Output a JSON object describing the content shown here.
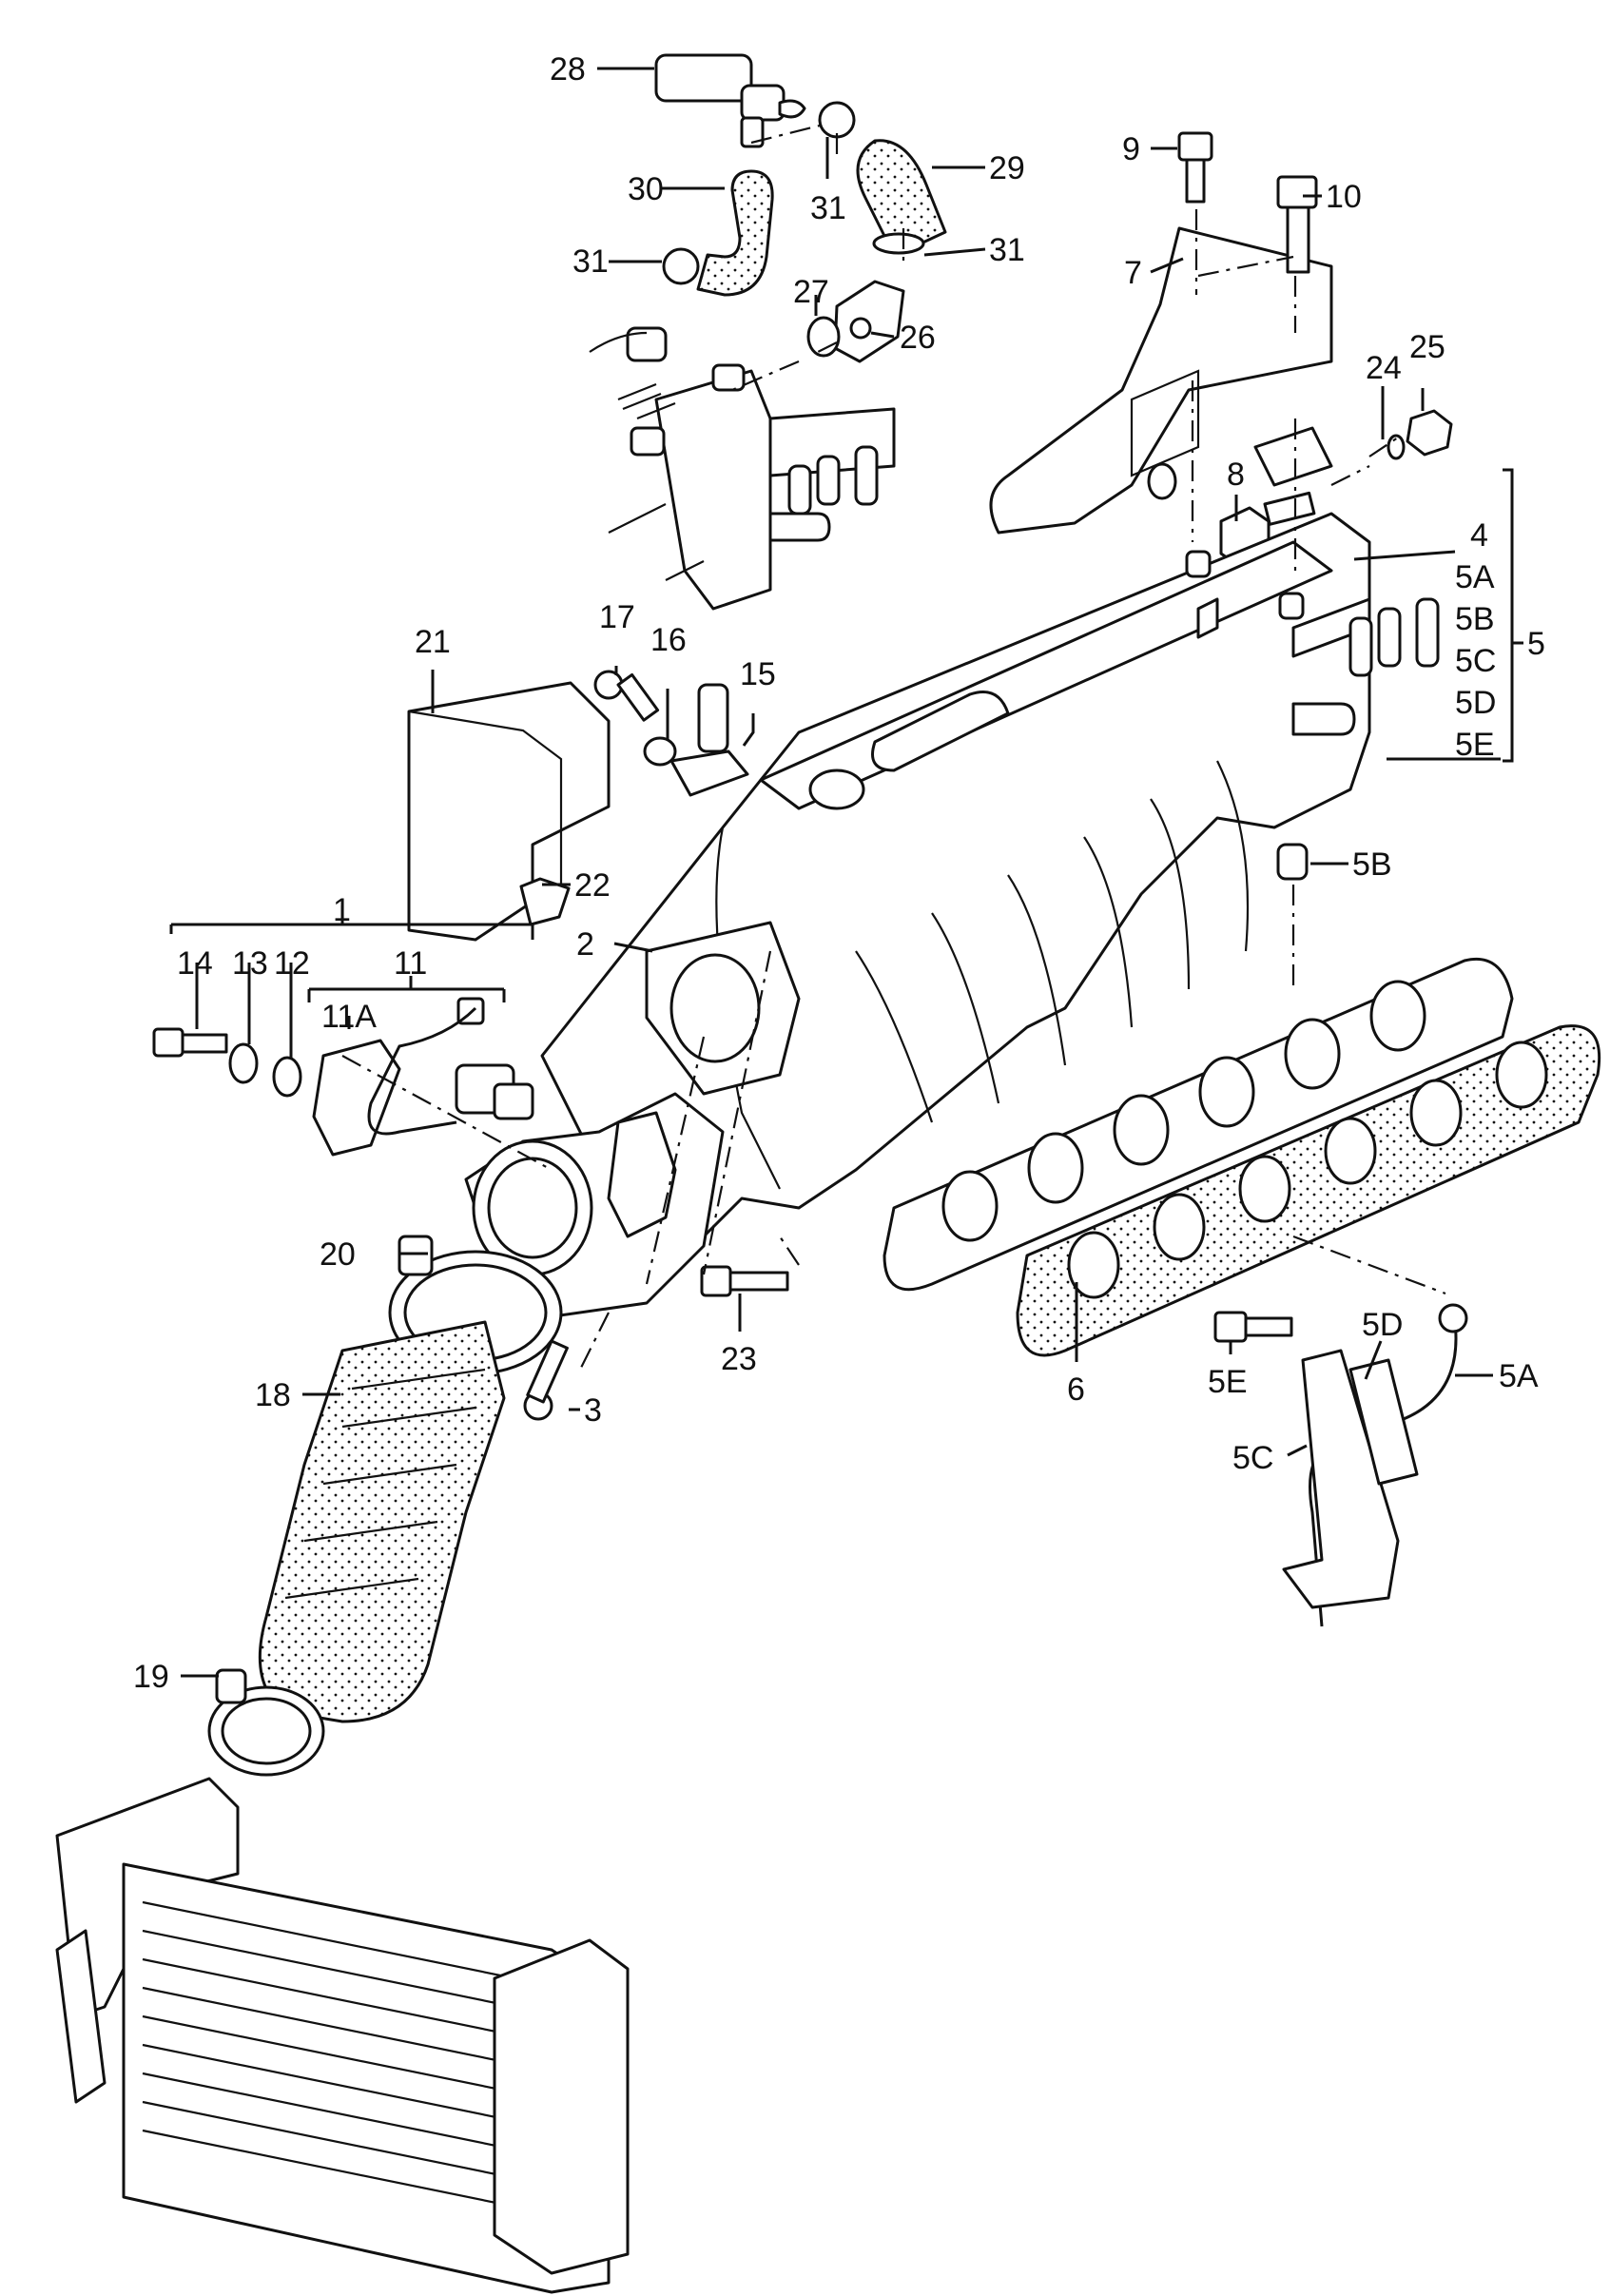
{
  "labels": {
    "l1": "1",
    "l2": "2",
    "l3": "3",
    "l4": "4",
    "l5": "5",
    "l5A": "5A",
    "l5B": "5B",
    "l5C": "5C",
    "l5D": "5D",
    "l5E": "5E",
    "l5A_b": "5A",
    "l5B_b": "5B",
    "l5C_b": "5C",
    "l5D_b": "5D",
    "l5E_b": "5E",
    "l6": "6",
    "l7": "7",
    "l8": "8",
    "l9": "9",
    "l10": "10",
    "l11": "11",
    "l11A": "11A",
    "l12": "12",
    "l13": "13",
    "l14": "14",
    "l15": "15",
    "l16": "16",
    "l17": "17",
    "l18": "18",
    "l19": "19",
    "l20": "20",
    "l21": "21",
    "l22": "22",
    "l23": "23",
    "l24": "24",
    "l25": "25",
    "l26": "26",
    "l27": "27",
    "l28": "28",
    "l29": "29",
    "l30": "30",
    "l31a": "31",
    "l31b": "31",
    "l31c": "31"
  }
}
